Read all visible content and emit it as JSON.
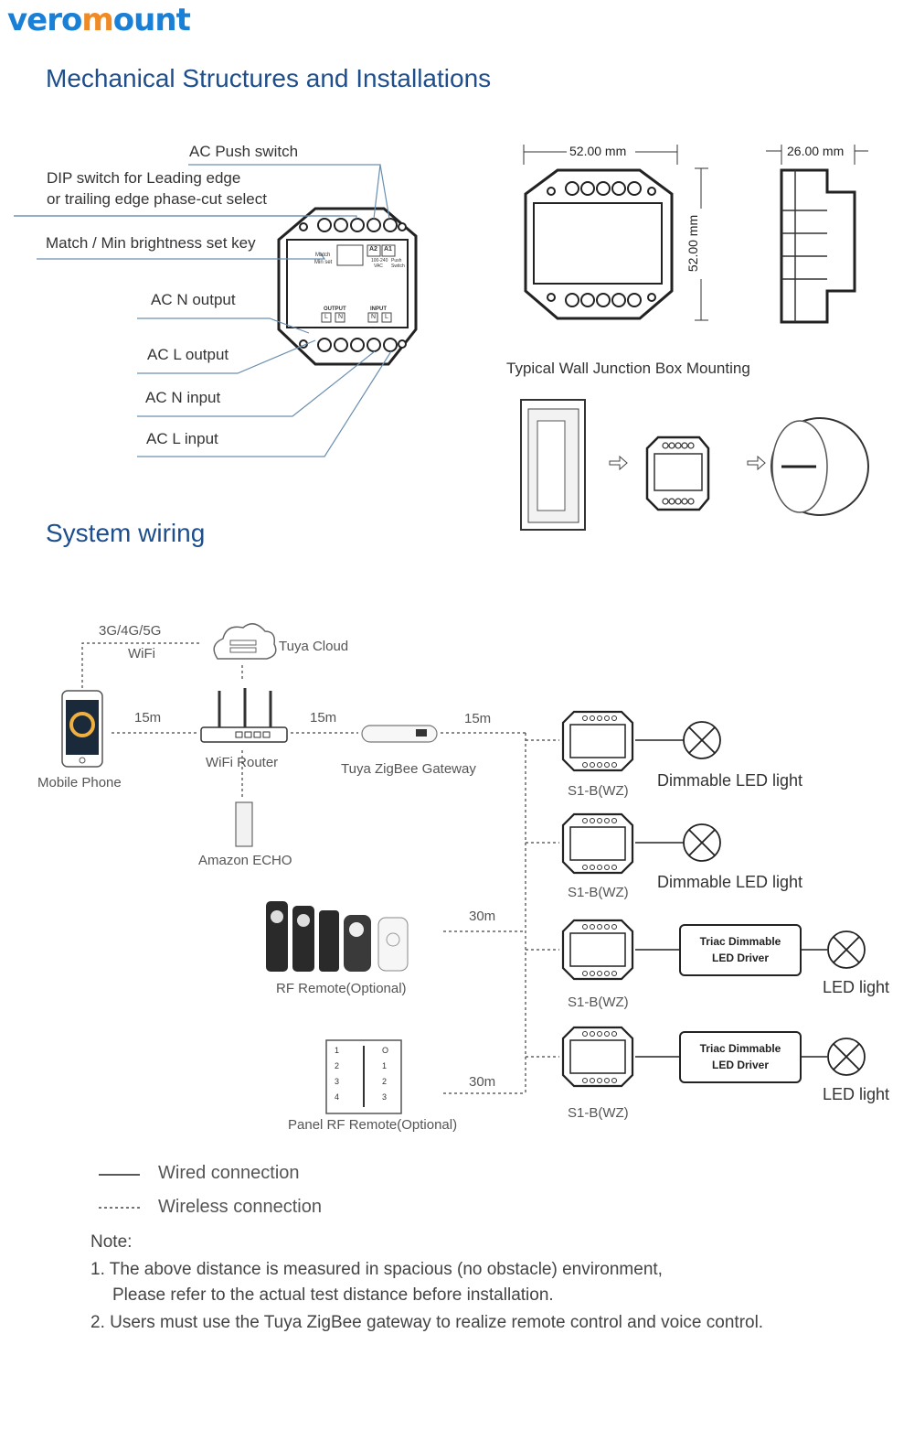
{
  "brand": {
    "logo_text_1": "vero",
    "logo_text_2": "m",
    "logo_text_3": "ount"
  },
  "sections": {
    "mechanical_title": "Mechanical Structures and Installations",
    "wiring_title": "System wiring"
  },
  "mechanical": {
    "labels": {
      "ac_push_switch": "AC Push switch",
      "dip_line1": "DIP switch for Leading edge",
      "dip_line2": "or trailing edge phase-cut select",
      "match_key": "Match / Min brightness set key",
      "ac_n_output": "AC N output",
      "ac_l_output": "AC L output",
      "ac_n_input": "AC N input",
      "ac_l_input": "AC L input"
    },
    "device_text": {
      "match": "Match",
      "min_set": "Min set",
      "a2": "A2",
      "a1": "A1",
      "voltage": "100-240",
      "vac": "VAC",
      "push": "Push",
      "switch": "Switch",
      "output": "OUTPUT",
      "input": "INPUT",
      "l": "L",
      "n": "N"
    },
    "dimensions": {
      "width": "52.00 mm",
      "height": "52.00 mm",
      "depth": "26.00 mm"
    },
    "mounting_title": "Typical Wall Junction Box Mounting"
  },
  "wiring": {
    "net_label_1": "3G/4G/5G",
    "net_label_2": "WiFi",
    "tuya_cloud": "Tuya Cloud",
    "mobile_phone": "Mobile Phone",
    "wifi_router": "WiFi Router",
    "gateway": "Tuya ZigBee Gateway",
    "amazon_echo": "Amazon ECHO",
    "rf_remote": "RF Remote(Optional)",
    "panel_remote": "Panel RF Remote(Optional)",
    "dist_15m": "15m",
    "dist_30m": "30m",
    "device_model": "S1-B(WZ)",
    "dimmable_led_light": "Dimmable LED light",
    "triac_line1": "Triac Dimmable",
    "triac_line2": "LED Driver",
    "led_light": "LED light",
    "panel_keys": [
      "1",
      "2",
      "3",
      "4",
      "O",
      "1",
      "2",
      "3"
    ]
  },
  "legend": {
    "wired": "Wired connection",
    "wireless": "Wireless connection"
  },
  "notes": {
    "title": "Note:",
    "note1_line1": "1. The above distance is measured in spacious (no obstacle) environment,",
    "note1_line2": "Please refer to the actual test distance before installation.",
    "note2": "2.  Users must use the Tuya ZigBee gateway to realize remote control and voice control."
  },
  "colors": {
    "accent_blue": "#1e4e8c",
    "brand_blue": "#1a7fd6",
    "brand_orange": "#f08a24",
    "line": "#6a8fb0"
  }
}
